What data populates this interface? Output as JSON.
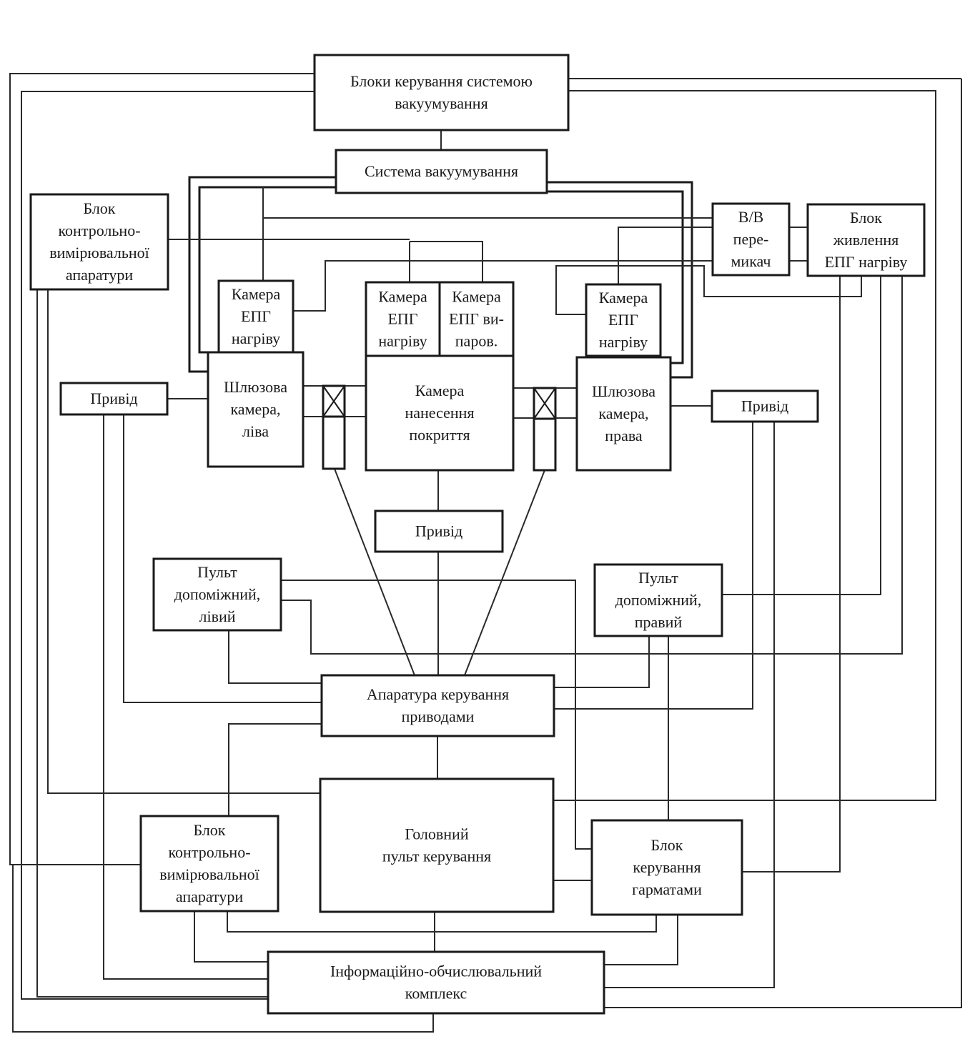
{
  "blocks": {
    "vac_control": [
      "Блоки керування системою",
      "вакуумування"
    ],
    "vac_system": [
      "Система вакуумування"
    ],
    "kva_top": [
      "Блок",
      "контрольно-",
      "вимірювальної",
      "апаратури"
    ],
    "hv_switch": [
      "В/В",
      "пере-",
      "микач"
    ],
    "power_epg": [
      "Блок",
      "живлення",
      "ЕПГ нагріву"
    ],
    "cam_epg_left": [
      "Камера",
      "ЕПГ",
      "нагріву"
    ],
    "cam_epg_heat": [
      "Камера",
      "ЕПГ",
      "нагріву"
    ],
    "cam_epg_evap": [
      "Камера",
      "ЕПГ ви-",
      "паров."
    ],
    "cam_epg_right": [
      "Камера",
      "ЕПГ",
      "нагріву"
    ],
    "lock_left": [
      "Шлюзова",
      "камера,",
      "ліва"
    ],
    "coating": [
      "Камера",
      "нанесення",
      "покриття"
    ],
    "lock_right": [
      "Шлюзова",
      "камера,",
      "права"
    ],
    "drive_left": [
      "Привід"
    ],
    "drive_right": [
      "Привід"
    ],
    "drive_center": [
      "Привід"
    ],
    "panel_left": [
      "Пульт",
      "допоміжний,",
      "лівий"
    ],
    "panel_right": [
      "Пульт",
      "допоміжний,",
      "правий"
    ],
    "drive_control": [
      "Апаратура керування",
      "приводами"
    ],
    "main_panel": [
      "Головний",
      "пульт  керування"
    ],
    "kva_bottom": [
      "Блок",
      "контрольно-",
      "вимірювальної",
      "апаратури"
    ],
    "gun_control": [
      "Блок",
      "керування",
      "гарматами"
    ],
    "info_complex": [
      "Інформаційно-обчислювальний",
      "комплекс"
    ]
  }
}
